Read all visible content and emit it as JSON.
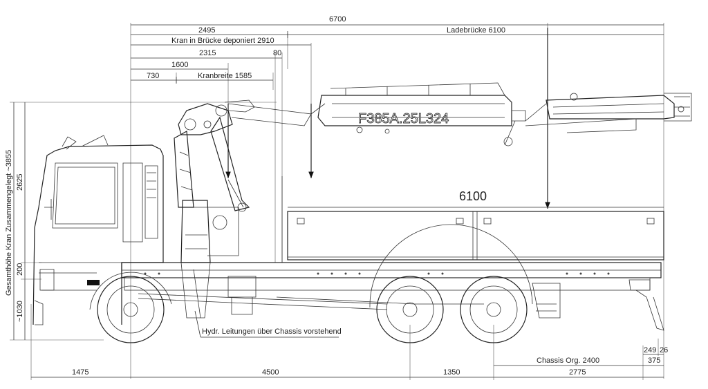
{
  "dims_top": {
    "overall": "6700",
    "d2495": "2495",
    "ladebruecke": "Ladebrücke 6100",
    "kran_bruecke": "Kran in Brücke deponiert 2910",
    "d2315": "2315",
    "d80": "80",
    "d1600": "1600",
    "d730": "730",
    "kranbreite": "Kranbreite 1585"
  },
  "dims_left": {
    "gesamthoehe": "Gesamthöhe Kran Zusammengelegt ~3855",
    "d2625": "2625",
    "d200": "200",
    "d1030": "~1030"
  },
  "dims_bottom": {
    "d1475": "1475",
    "d4500": "4500",
    "d1350": "1350",
    "d2775": "2775",
    "chassis": "Chassis Org. 2400",
    "d375": "375",
    "d249": "249",
    "d26": "26"
  },
  "labels": {
    "platform_length": "6100",
    "model": "F385A.25L324",
    "hydr": "Hydr. Leitungen über Chassis vorstehend"
  }
}
